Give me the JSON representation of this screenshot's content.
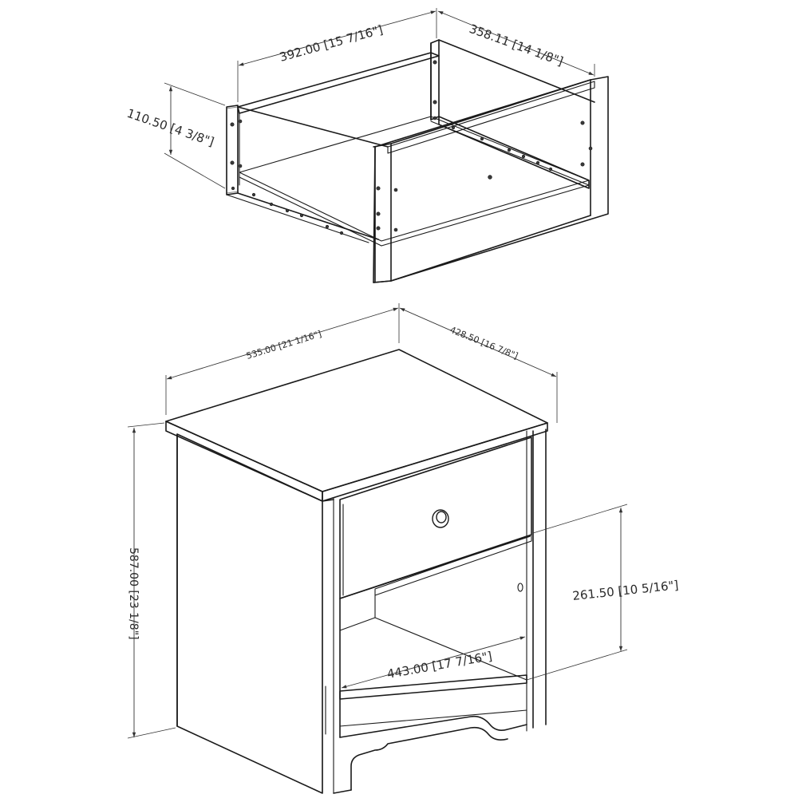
{
  "drawer": {
    "width_label": "392.00 [15 7/16\"]",
    "depth_label": "358.11 [14 1/8\"]",
    "height_label": "110.50 [4 3/8\"]"
  },
  "nightstand": {
    "width_label": "535.00 [21 1/16\"]",
    "depth_label": "428.50 [16 7/8\"]",
    "height_label": "587.00 [23 1/8\"]",
    "opening_height_label": "261.50 [10 5/16\"]",
    "opening_width_label": "443.00 [17 7/16\"]"
  }
}
